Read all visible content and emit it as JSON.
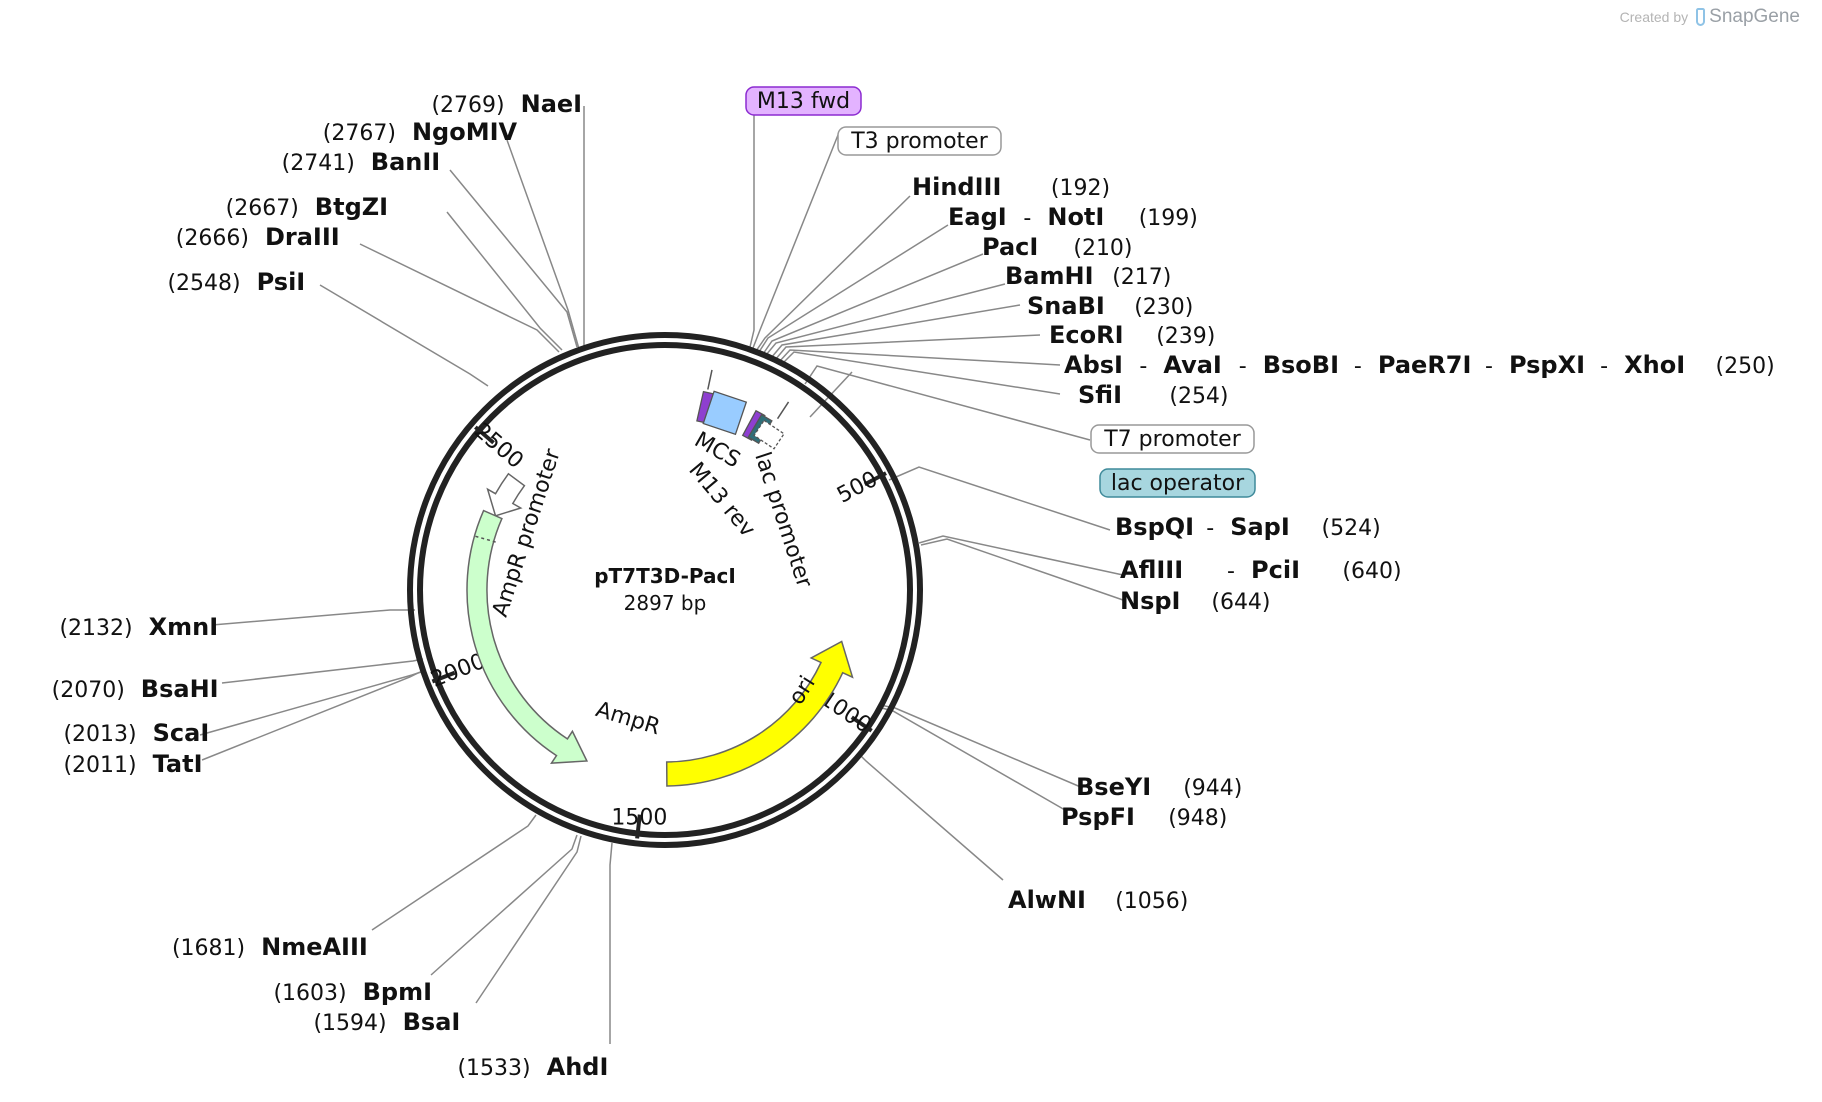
{
  "credit": {
    "text": "Created by",
    "brand": "SnapGene"
  },
  "plasmid": {
    "name": "pT7T3D-PacI",
    "size_label": "2897 bp",
    "length": 2897
  },
  "ticks": [
    {
      "pos": 500,
      "label": "500"
    },
    {
      "pos": 1000,
      "label": "1000"
    },
    {
      "pos": 1500,
      "label": "1500"
    },
    {
      "pos": 2000,
      "label": "2000"
    },
    {
      "pos": 2500,
      "label": "2500"
    }
  ],
  "features": [
    {
      "name": "AmpR promoter",
      "start": 2363,
      "end": 2467,
      "strand": -1,
      "color": "#ffffff"
    },
    {
      "name": "AmpR",
      "start": 1646,
      "end": 2363,
      "strand": -1,
      "color": "#ccffcc"
    },
    {
      "name": "ori",
      "start": 855,
      "end": 1444,
      "strand": -1,
      "color": "#ffff00"
    },
    {
      "name": "MCS",
      "start": 155,
      "end": 270,
      "strand": 0,
      "color": "#99ccff"
    }
  ],
  "boxed_labels": [
    {
      "text": "M13 fwd",
      "bg": "#e3b3ff",
      "border": "#8c2bd1"
    },
    {
      "text": "T3 promoter",
      "bg": "#ffffff",
      "border": "#999999"
    },
    {
      "text": "T7 promoter",
      "bg": "#ffffff",
      "border": "#999999"
    },
    {
      "text": "lac operator",
      "bg": "#a7d6df",
      "border": "#3f8a9a"
    }
  ],
  "inner_labels": [
    {
      "text": "MCS"
    },
    {
      "text": "M13 rev"
    },
    {
      "text": "lac promoter"
    }
  ],
  "sites": [
    {
      "names": [
        "NaeI"
      ],
      "pos": "(2769)"
    },
    {
      "names": [
        "NgoMIV"
      ],
      "pos": "(2767)"
    },
    {
      "names": [
        "BanII"
      ],
      "pos": "(2741)"
    },
    {
      "names": [
        "BtgZI"
      ],
      "pos": "(2667)"
    },
    {
      "names": [
        "DraIII"
      ],
      "pos": "(2666)"
    },
    {
      "names": [
        "PsiI"
      ],
      "pos": "(2548)"
    },
    {
      "names": [
        "HindIII"
      ],
      "pos": "(192)"
    },
    {
      "names": [
        "EagI",
        "NotI"
      ],
      "pos": "(199)"
    },
    {
      "names": [
        "PacI"
      ],
      "pos": "(210)"
    },
    {
      "names": [
        "BamHI"
      ],
      "pos": "(217)"
    },
    {
      "names": [
        "SnaBI"
      ],
      "pos": "(230)"
    },
    {
      "names": [
        "EcoRI"
      ],
      "pos": "(239)"
    },
    {
      "names": [
        "AbsI",
        "AvaI",
        "BsoBI",
        "PaeR7I",
        "PspXI",
        "XhoI"
      ],
      "pos": "(250)"
    },
    {
      "names": [
        "SfiI"
      ],
      "pos": "(254)"
    },
    {
      "names": [
        "BspQI",
        "SapI"
      ],
      "pos": "(524)"
    },
    {
      "names": [
        "AflIII",
        "PciI"
      ],
      "pos": "(640)"
    },
    {
      "names": [
        "NspI"
      ],
      "pos": "(644)"
    },
    {
      "names": [
        "BseYI"
      ],
      "pos": "(944)"
    },
    {
      "names": [
        "PspFI"
      ],
      "pos": "(948)"
    },
    {
      "names": [
        "AlwNI"
      ],
      "pos": "(1056)"
    },
    {
      "names": [
        "XmnI"
      ],
      "pos": "(2132)"
    },
    {
      "names": [
        "BsaHI"
      ],
      "pos": "(2070)"
    },
    {
      "names": [
        "ScaI"
      ],
      "pos": "(2013)"
    },
    {
      "names": [
        "TatI"
      ],
      "pos": "(2011)"
    },
    {
      "names": [
        "NmeAIII"
      ],
      "pos": "(1681)"
    },
    {
      "names": [
        "BpmI"
      ],
      "pos": "(1603)"
    },
    {
      "names": [
        "BsaI"
      ],
      "pos": "(1594)"
    },
    {
      "names": [
        "AhdI"
      ],
      "pos": "(1533)"
    }
  ]
}
